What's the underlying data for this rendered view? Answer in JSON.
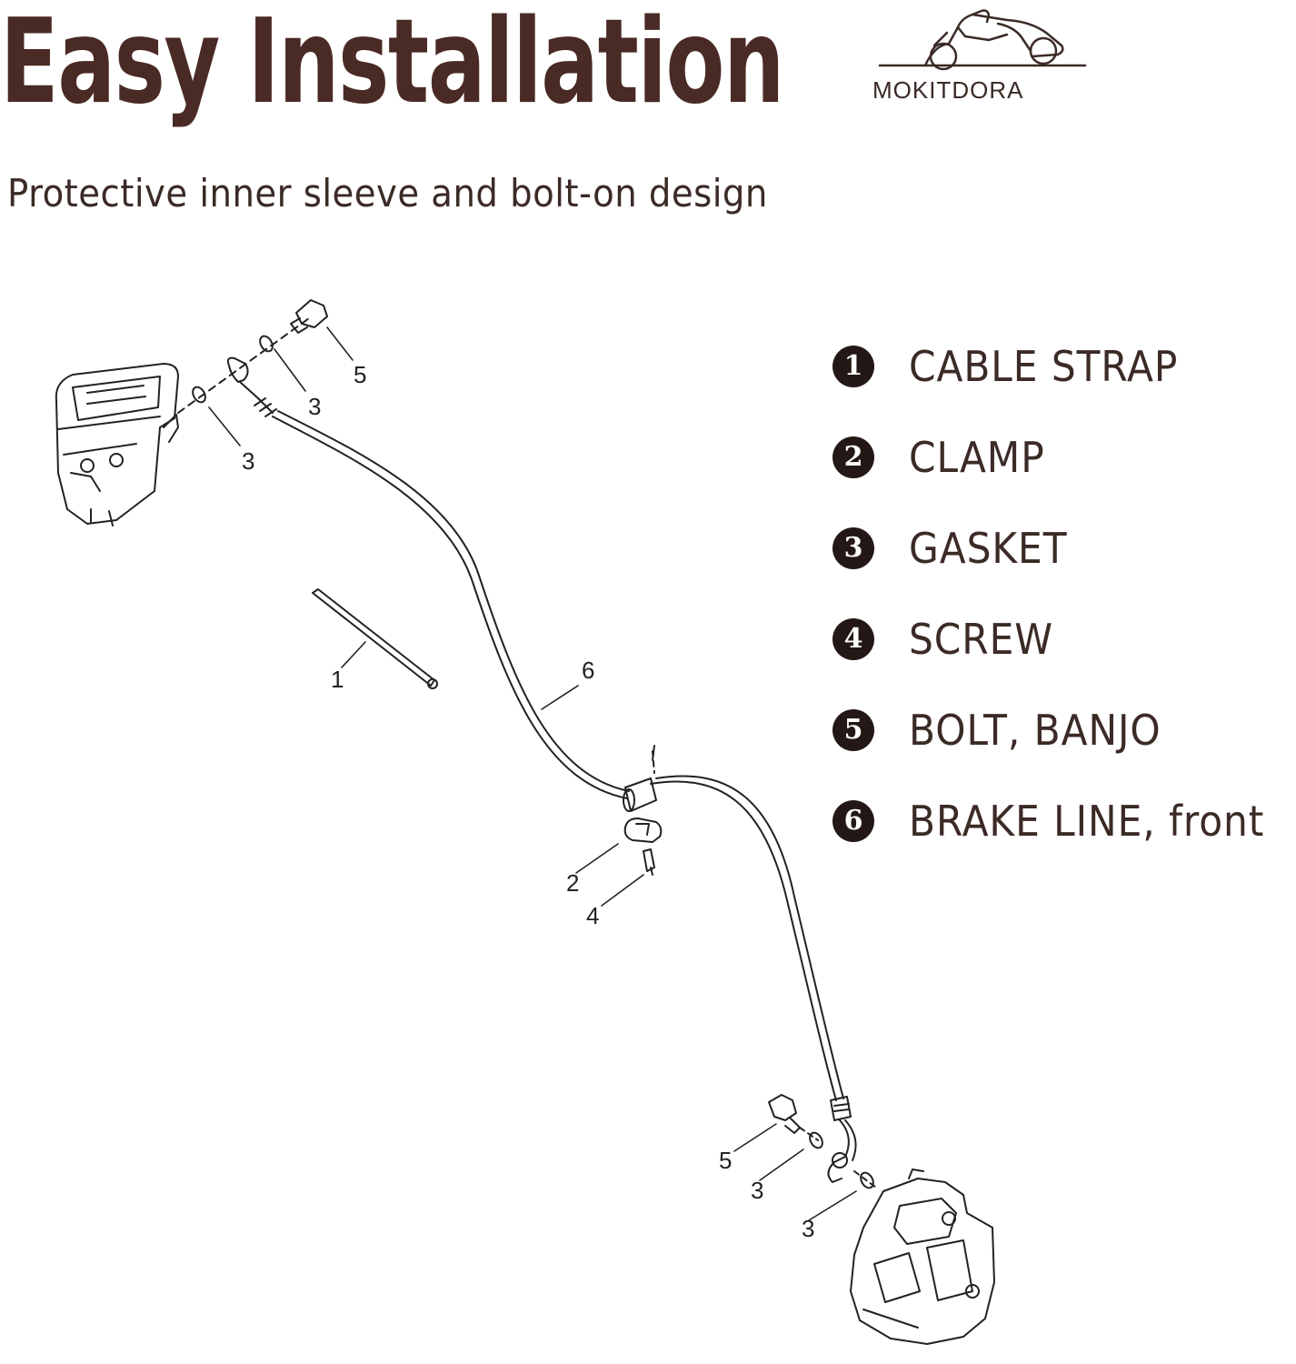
{
  "header": {
    "title": "Easy Installation",
    "subtitle": "Protective inner sleeve and bolt-on design",
    "brand": "MOKITDORA",
    "logo_icon": "motorcycle-icon"
  },
  "legend": [
    {
      "num": "1",
      "label": "CABLE STRAP"
    },
    {
      "num": "2",
      "label": "CLAMP"
    },
    {
      "num": "3",
      "label": "GASKET"
    },
    {
      "num": "4",
      "label": "SCREW"
    },
    {
      "num": "5",
      "label": "BOLT, BANJO"
    },
    {
      "num": "6",
      "label": "BRAKE LINE, front"
    }
  ],
  "callouts": {
    "bolt_top": "5",
    "gasket_top_1": "3",
    "gasket_top_2": "3",
    "strap": "1",
    "line": "6",
    "clamp": "2",
    "screw": "4",
    "bolt_bottom": "5",
    "gasket_bottom_1": "3",
    "gasket_bottom_2": "3"
  },
  "colors": {
    "title": "#4a2a24",
    "text": "#3b2a26",
    "badge": "#231815"
  }
}
